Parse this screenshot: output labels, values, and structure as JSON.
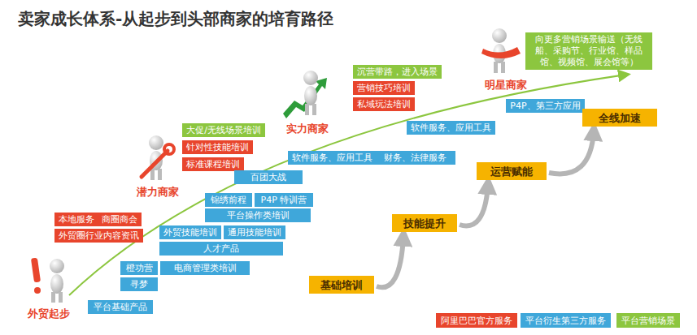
{
  "diagram": {
    "title": "卖家成长体系-从起步到头部商家的培育路径",
    "nodes": [
      {
        "text": [
          "向更多营销场景输送（无线船、采购节、行业馆、样品馆、视频馆、展会馆等）"
        ]
      },
      {
        "text": [
          "沉营带路，进入场景"
        ]
      },
      {
        "text": [
          "营销技巧培训"
        ]
      },
      {
        "text": [
          "私域玩法培训"
        ]
      },
      {
        "text": [
          "P4P、第三方应用"
        ]
      },
      {
        "text": [
          "全线加速"
        ]
      },
      {
        "text": [
          "软件服务、应用工具"
        ]
      },
      {
        "text": [
          "大促/无线场景培训"
        ]
      },
      {
        "text": [
          "针对性技能培训"
        ]
      },
      {
        "text": [
          "软件服务、应用工具"
        ]
      },
      {
        "text": [
          "财务、法律服务"
        ]
      },
      {
        "text": [
          "标准课程培训"
        ]
      },
      {
        "text": [
          "运营赋能"
        ]
      },
      {
        "text": [
          "百团大战"
        ]
      },
      {
        "text": [
          "锦绣前程"
        ]
      },
      {
        "text": [
          "P4P 特训营"
        ]
      },
      {
        "text": [
          "平台操作类培训"
        ]
      },
      {
        "text": [
          "本地服务"
        ]
      },
      {
        "text": [
          "商圈商会"
        ]
      },
      {
        "text": [
          "技能提升"
        ]
      },
      {
        "text": [
          "外贸圈行业内容资讯"
        ]
      },
      {
        "text": [
          "外贸技能培训"
        ]
      },
      {
        "text": [
          "通用技能培训"
        ]
      },
      {
        "text": [
          "人才产品"
        ]
      },
      {
        "text": [
          "橙功营"
        ]
      },
      {
        "text": [
          "电商管理类培训"
        ]
      },
      {
        "text": [
          "寻梦"
        ]
      },
      {
        "text": [
          "基础培训"
        ]
      },
      {
        "text": [
          "平台基础产品"
        ]
      }
    ],
    "edges": [
      {
        "from": 27,
        "to": 19,
        "arrow": "to"
      },
      {
        "from": 19,
        "to": 12,
        "arrow": "to"
      },
      {
        "from": 12,
        "to": 5,
        "arrow": "to"
      }
    ],
    "labels": [
      "明星商家",
      "实力商家",
      "潜力商家",
      "外贸起步"
    ],
    "legend": [
      {
        "text": "阿里巴巴官方服务",
        "color": "#e8452c"
      },
      {
        "text": "平台衍生第三方服务",
        "color": "#3fa7da"
      },
      {
        "text": "平台营销场景",
        "color": "#8cc63f"
      }
    ]
  }
}
